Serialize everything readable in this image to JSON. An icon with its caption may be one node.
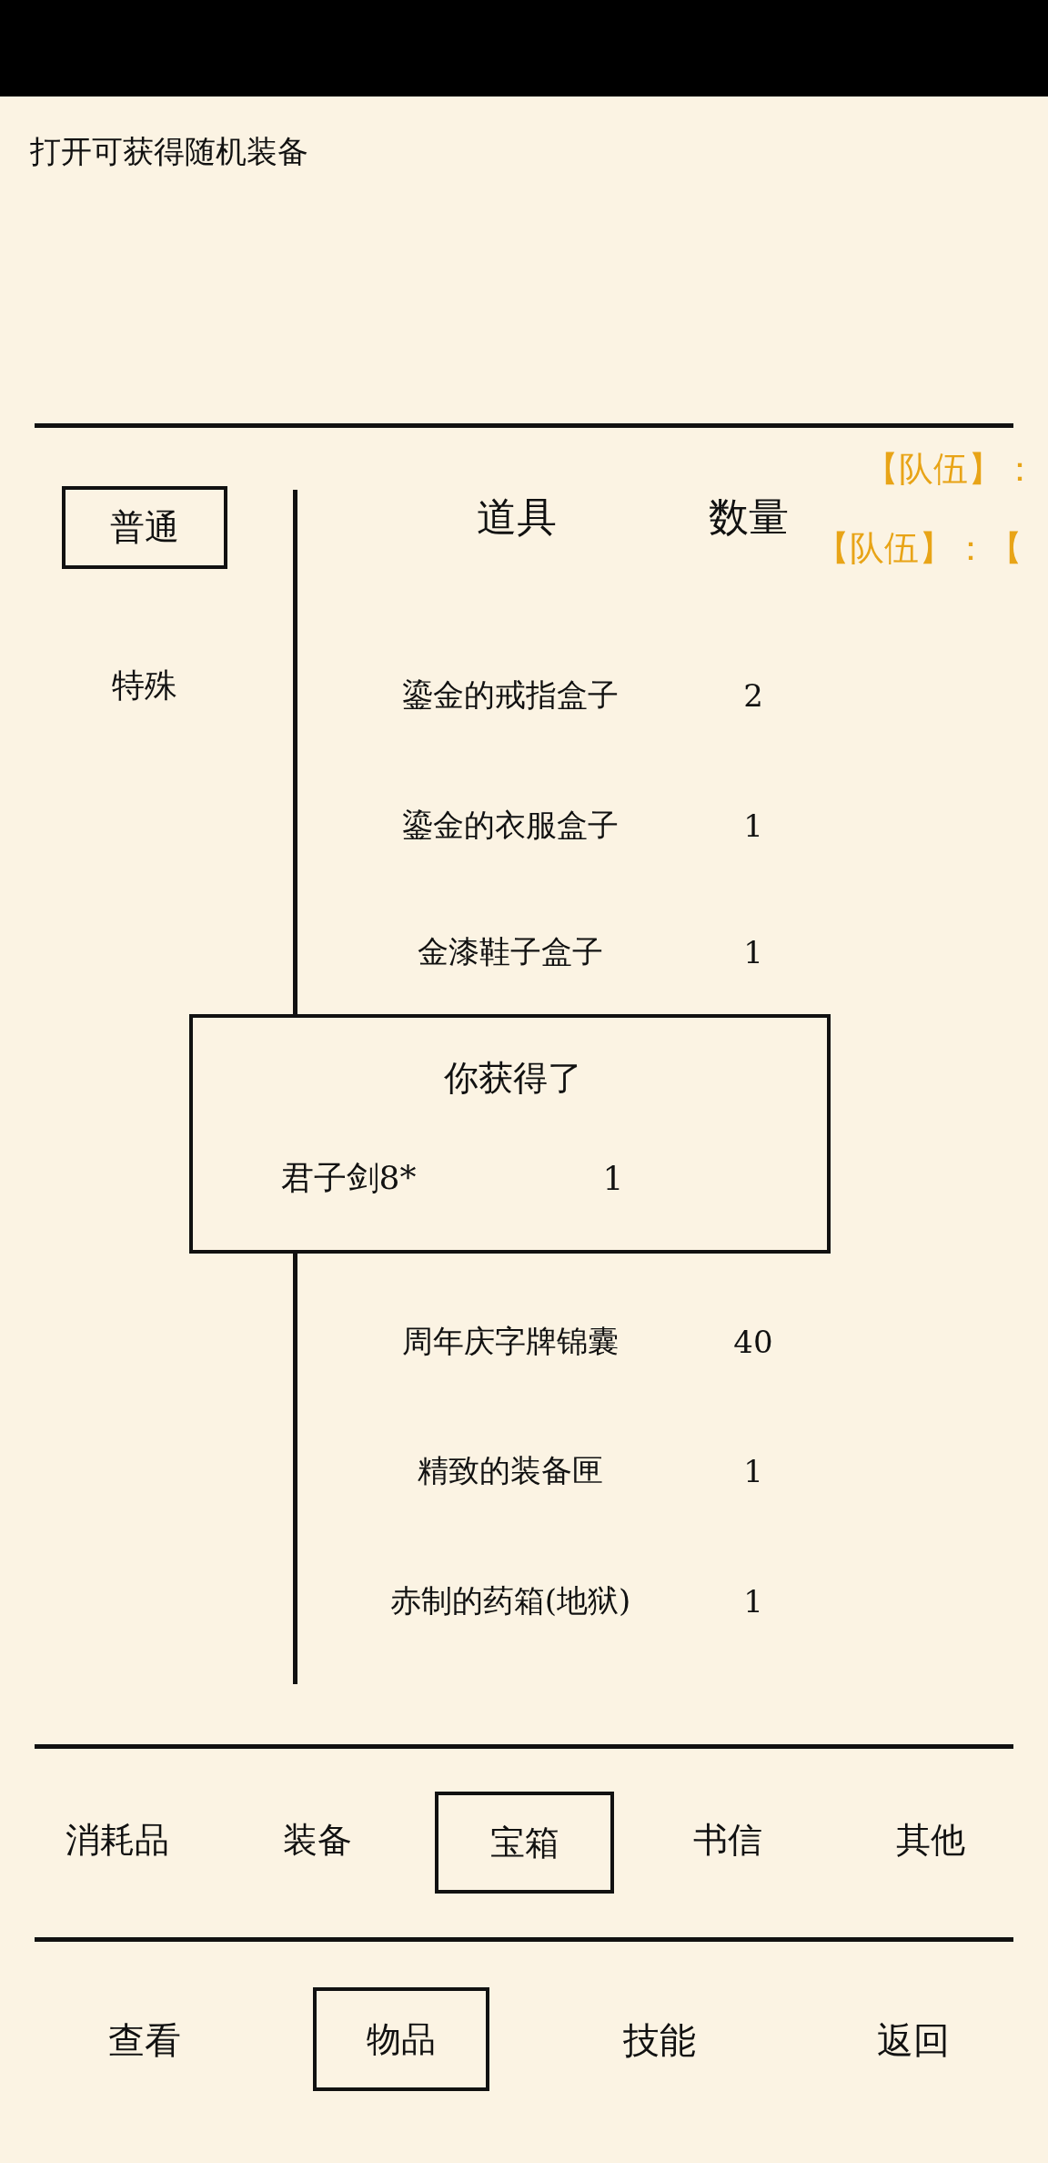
{
  "diagram": {
    "nodes": [
      {
        "text": [],
        "shape": "bar"
      },
      {
        "text": [
          "普通"
        ]
      },
      {
        "text": [
          "你获得了",
          "君子剑8*",
          "1"
        ]
      },
      {
        "text": [
          "宝箱"
        ]
      },
      {
        "text": [
          "物品"
        ]
      }
    ],
    "labels": [
      "打开可获得随机装备",
      "【队伍】：",
      "道具",
      "数量",
      "【队伍】：【",
      "特殊",
      "鎏金的戒指盒子",
      "2",
      "鎏金的衣服盒子",
      "1",
      "金漆鞋子盒子",
      "1",
      "周年庆字牌锦囊",
      "40",
      "精致的装备匣",
      "1",
      "赤制的药箱(地狱)",
      "1",
      "消耗品",
      "装备",
      "书信",
      "其他",
      "查看",
      "技能",
      "返回"
    ]
  }
}
